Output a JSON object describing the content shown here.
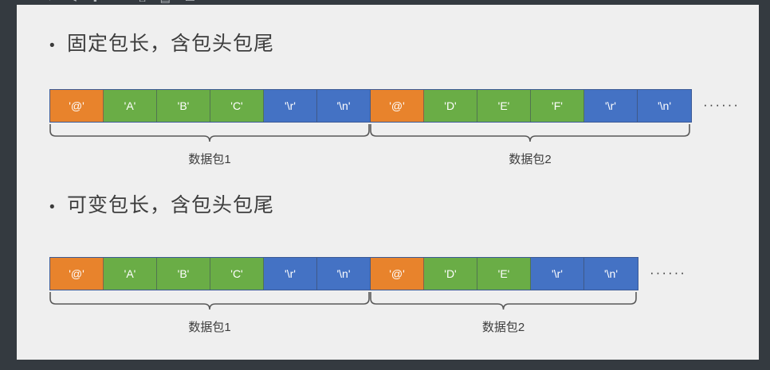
{
  "window": {
    "frame_color": "#343a40",
    "slide_background": "#efefef",
    "toolbar_glyphs": "↵ ◂ ⬆ ✂ ⧉ ▤ ▭"
  },
  "palette": {
    "header_color": "#e8832c",
    "payload_color": "#6aad46",
    "terminator_color": "#4472c4",
    "border_color": "#3c5a96",
    "text_color": "#3d3d3d"
  },
  "sections": [
    {
      "bullet": "•",
      "title": "固定包长，含包头包尾",
      "ellipsis": "······",
      "cells": [
        {
          "label": "'@'",
          "kind": "head"
        },
        {
          "label": "'A'",
          "kind": "body"
        },
        {
          "label": "'B'",
          "kind": "body"
        },
        {
          "label": "'C'",
          "kind": "body"
        },
        {
          "label": "'\\r'",
          "kind": "tail"
        },
        {
          "label": "'\\n'",
          "kind": "tail"
        },
        {
          "label": "'@'",
          "kind": "head"
        },
        {
          "label": "'D'",
          "kind": "body"
        },
        {
          "label": "'E'",
          "kind": "body"
        },
        {
          "label": "'F'",
          "kind": "body"
        },
        {
          "label": "'\\r'",
          "kind": "tail"
        },
        {
          "label": "'\\n'",
          "kind": "tail"
        }
      ],
      "groups": [
        {
          "label": "数据包1",
          "start": 0,
          "count": 6
        },
        {
          "label": "数据包2",
          "start": 6,
          "count": 6
        }
      ]
    },
    {
      "bullet": "•",
      "title": "可变包长，含包头包尾",
      "ellipsis": "······",
      "cells": [
        {
          "label": "'@'",
          "kind": "head"
        },
        {
          "label": "'A'",
          "kind": "body"
        },
        {
          "label": "'B'",
          "kind": "body"
        },
        {
          "label": "'C'",
          "kind": "body"
        },
        {
          "label": "'\\r'",
          "kind": "tail"
        },
        {
          "label": "'\\n'",
          "kind": "tail"
        },
        {
          "label": "'@'",
          "kind": "head"
        },
        {
          "label": "'D'",
          "kind": "body"
        },
        {
          "label": "'E'",
          "kind": "body"
        },
        {
          "label": "'\\r'",
          "kind": "tail"
        },
        {
          "label": "'\\n'",
          "kind": "tail"
        }
      ],
      "groups": [
        {
          "label": "数据包1",
          "start": 0,
          "count": 6
        },
        {
          "label": "数据包2",
          "start": 6,
          "count": 5
        }
      ]
    }
  ]
}
